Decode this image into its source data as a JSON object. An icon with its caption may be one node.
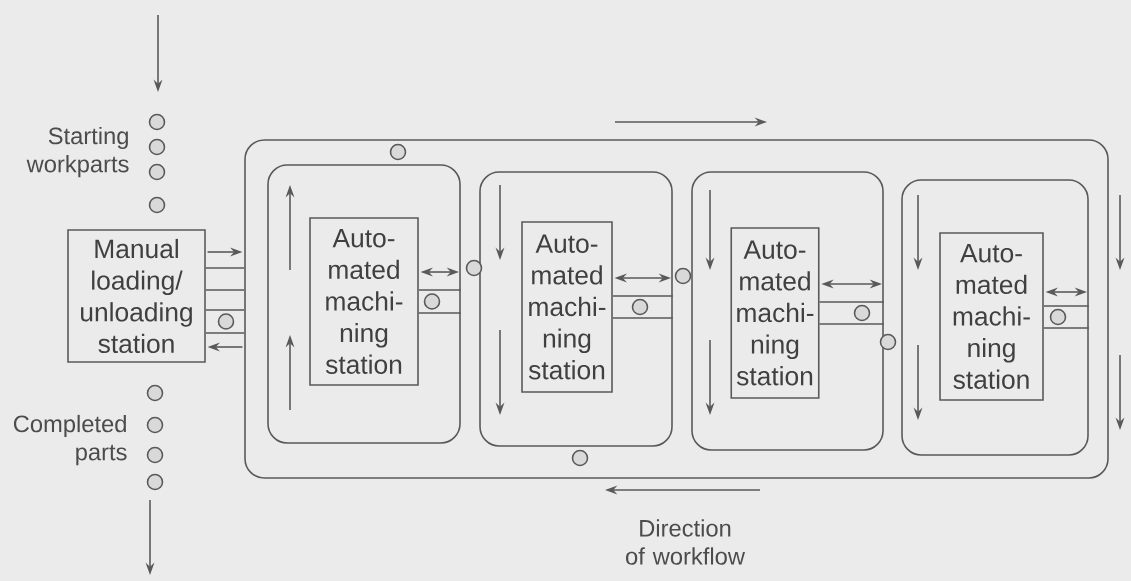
{
  "diagram": {
    "nodes": [
      {
        "text": [
          "Manual loading/ unloading station"
        ]
      },
      {
        "text": [],
        "shape": "box"
      },
      {
        "text": [],
        "shape": "box",
        "in": 1
      },
      {
        "text": [
          "Auto- mated machi- ning station"
        ],
        "in": 2
      },
      {
        "text": [],
        "shape": "box",
        "in": 1
      },
      {
        "text": [
          "Auto- mated machi- ning station"
        ],
        "in": 4
      },
      {
        "text": [],
        "shape": "box",
        "in": 1
      },
      {
        "text": [
          "Auto- mated machi- ning station"
        ],
        "in": 6
      },
      {
        "text": [],
        "shape": "box",
        "in": 1
      },
      {
        "text": [
          "Auto- mated machi- ning station"
        ],
        "in": 8
      }
    ],
    "edges": [
      {
        "from": 0,
        "to": 1,
        "arrow": "to"
      },
      {
        "from": 1,
        "to": 0,
        "arrow": "to"
      },
      {
        "from": 3,
        "to": 2,
        "arrow": "both"
      },
      {
        "from": 5,
        "to": 4,
        "arrow": "both"
      },
      {
        "from": 7,
        "to": 6,
        "arrow": "both"
      },
      {
        "from": 9,
        "to": 8,
        "arrow": "both"
      },
      {
        "from": 0,
        "to": 1,
        "arrow": "none"
      },
      {
        "from": 0,
        "to": 1,
        "arrow": "none"
      },
      {
        "from": 0,
        "to": 1,
        "arrow": "none"
      },
      {
        "from": 0,
        "to": 1,
        "arrow": "none"
      },
      {
        "from": 3,
        "to": 2,
        "arrow": "none"
      },
      {
        "from": 3,
        "to": 2,
        "arrow": "none"
      },
      {
        "from": 5,
        "to": 4,
        "arrow": "none"
      },
      {
        "from": 5,
        "to": 4,
        "arrow": "none"
      },
      {
        "from": 7,
        "to": 6,
        "arrow": "none"
      },
      {
        "from": 7,
        "to": 6,
        "arrow": "none"
      },
      {
        "from": 9,
        "to": 8,
        "arrow": "none"
      },
      {
        "from": 9,
        "to": 8,
        "arrow": "none"
      }
    ],
    "labels": [
      "Starting workparts",
      "Completed parts",
      "Direction of workflow"
    ]
  }
}
